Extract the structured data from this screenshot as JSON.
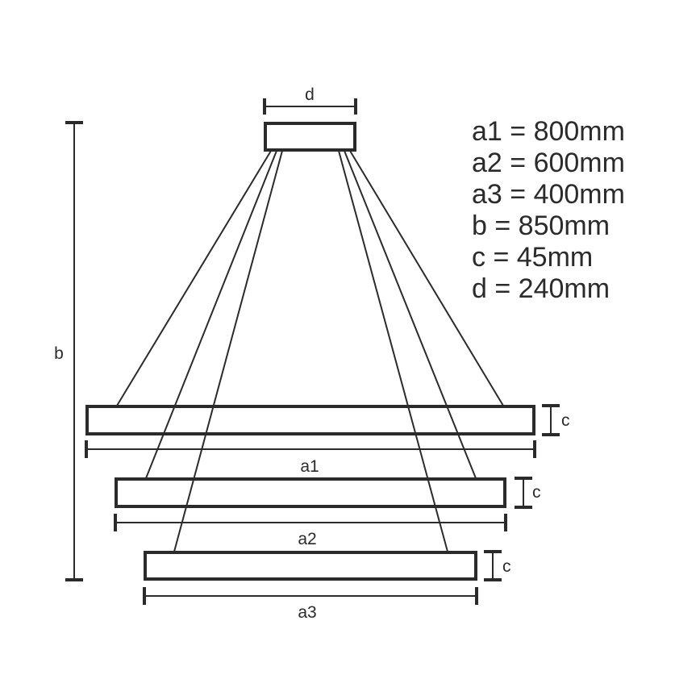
{
  "diagram": {
    "title": "Three-ring pendant light dimension drawing",
    "stroke_color": "#2b2b2b",
    "background": "#ffffff",
    "labels": {
      "d": "d",
      "b": "b",
      "a1": "a1",
      "a2": "a2",
      "a3": "a3",
      "c1": "c",
      "c2": "c",
      "c3": "c"
    },
    "components": {
      "canopy": {
        "name": "ceiling canopy",
        "width_label": "d"
      },
      "rings": [
        {
          "name": "ring-1",
          "width_label": "a1",
          "height_label": "c"
        },
        {
          "name": "ring-2",
          "width_label": "a2",
          "height_label": "c"
        },
        {
          "name": "ring-3",
          "width_label": "a3",
          "height_label": "c"
        }
      ],
      "overall_height_label": "b",
      "suspension_wires": 6
    }
  },
  "specs": [
    {
      "key": "a1",
      "text": "a1 = 800mm",
      "value": 800,
      "unit": "mm"
    },
    {
      "key": "a2",
      "text": "a2 = 600mm",
      "value": 600,
      "unit": "mm"
    },
    {
      "key": "a3",
      "text": "a3 = 400mm",
      "value": 400,
      "unit": "mm"
    },
    {
      "key": "b",
      "text": "b = 850mm",
      "value": 850,
      "unit": "mm"
    },
    {
      "key": "c",
      "text": "c = 45mm",
      "value": 45,
      "unit": "mm"
    },
    {
      "key": "d",
      "text": "d = 240mm",
      "value": 240,
      "unit": "mm"
    }
  ]
}
